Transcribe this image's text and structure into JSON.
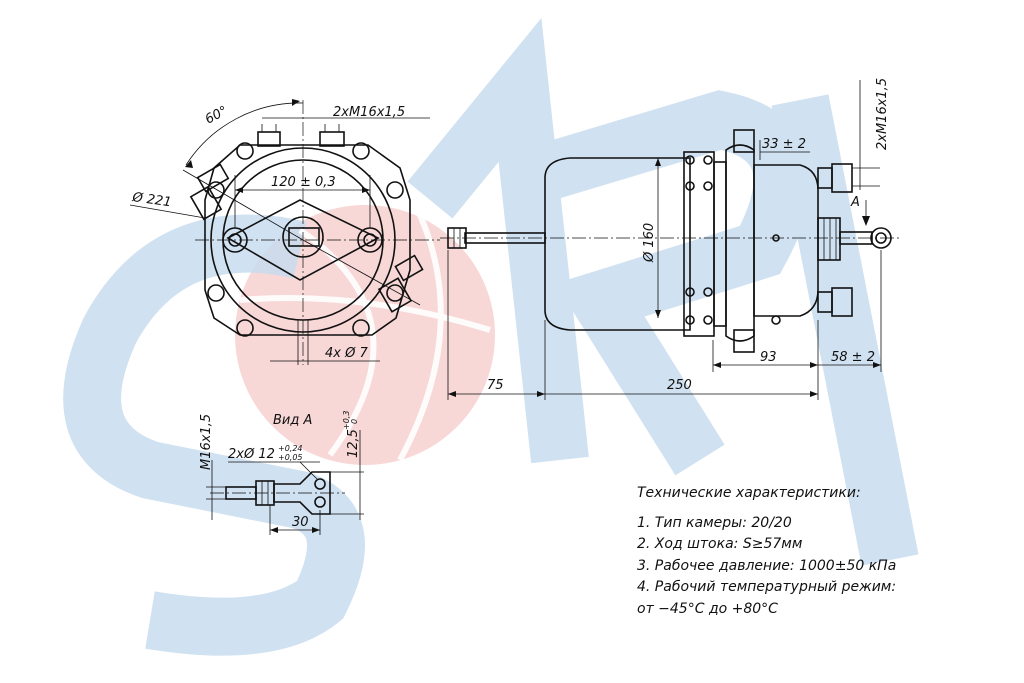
{
  "colors": {
    "watermark_blue": "#c8dcef",
    "watermark_red": "#f6c9c9",
    "line": "#111111"
  },
  "front_view": {
    "angle_label": "60°",
    "thread_top_label": "2xM16x1,5",
    "diameter_label": "Ø 221",
    "bolt_spacing_label": "120 ± 0,3",
    "holes_label": "4x Ø 7"
  },
  "side_view": {
    "thread_right_label": "2xM16x1,5",
    "stroke_label": "33 ± 2",
    "view_marker": "A",
    "body_diameter_label": "Ø 160",
    "dim_93": "93",
    "dim_58": "58 ± 2",
    "dim_75": "75",
    "dim_250": "250"
  },
  "view_a": {
    "title": "Вид А",
    "thread_label": "M16x1,5",
    "clevis_label": "2xØ 12",
    "clevis_tol_upper": "+0,24",
    "clevis_tol_lower": "+0,05",
    "dim_12_5": "12,5",
    "dim_12_5_tol_upper": "+0,3",
    "dim_12_5_tol_lower": "0",
    "dim_30": "30"
  },
  "specs": {
    "title": "Технические характеристики:",
    "items": [
      "1. Тип камеры: 20/20",
      "2. Ход штока: S≥57мм",
      "3. Рабочее давление: 1000±50 кПа",
      "4. Рабочий температурный режим:",
      "от −45°С до +80°С"
    ]
  }
}
